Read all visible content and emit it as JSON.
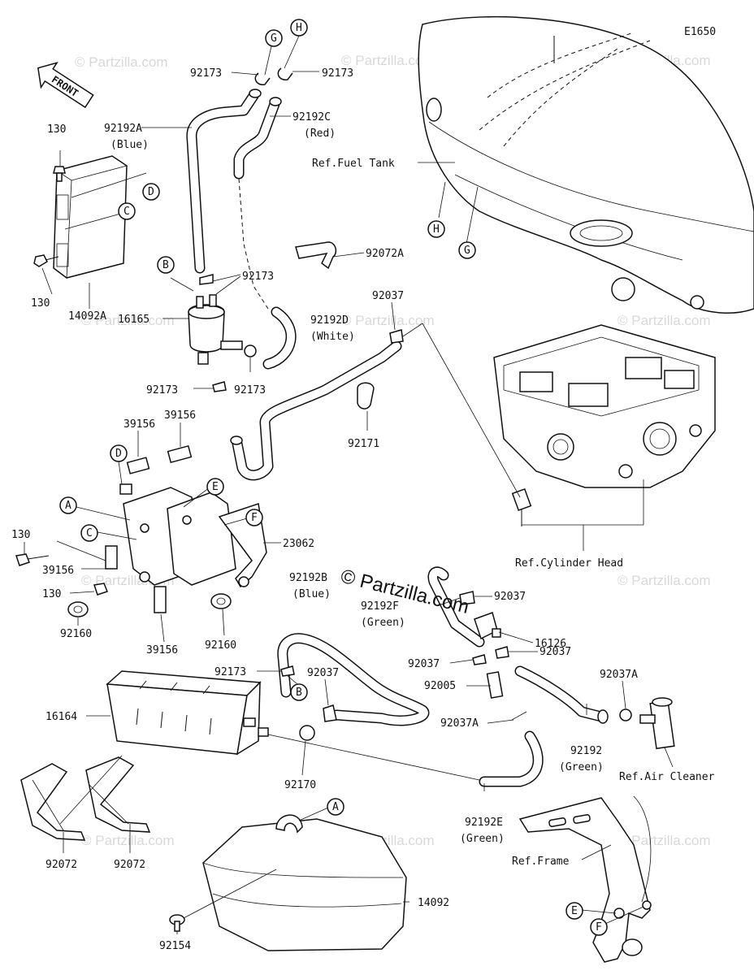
{
  "diagram_code": "E1650",
  "front_label": "FRONT",
  "copyright": "© Partzilla.com",
  "watermark": "© Partzilla.com",
  "callouts": {
    "A1": "A",
    "A2": "A",
    "B1": "B",
    "B2": "B",
    "C1": "C",
    "C2": "C",
    "D1": "D",
    "D2": "D",
    "E1": "E",
    "E2": "E",
    "F1": "F",
    "F2": "F",
    "G1": "G",
    "G2": "G",
    "H1": "H",
    "H2": "H"
  },
  "labels": {
    "p130_top": "130",
    "p130_mid": "130",
    "p130_left": "130",
    "p130_low": "130",
    "p14092A": "14092A",
    "p16165": "16165",
    "p92173_g": "92173",
    "p92173_h": "92173",
    "p92192A": "92192A",
    "p92192A_color": "(Blue)",
    "p92192C": "92192C",
    "p92192C_color": "(Red)",
    "p92173_b": "92173",
    "p92173_filter": "92173",
    "p92173_low": "92173",
    "p92072A": "92072A",
    "p92037_top": "92037",
    "p92192D": "92192D",
    "p92192D_color": "(White)",
    "p92171": "92171",
    "p39156_a": "39156",
    "p39156_b": "39156",
    "p39156_c": "39156",
    "p39156_d": "39156",
    "p23062": "23062",
    "p92160_a": "92160",
    "p92160_b": "92160",
    "p92192B": "92192B",
    "p92192B_color": "(Blue)",
    "p92173_canister": "92173",
    "p92037_canister": "92037",
    "p16164": "16164",
    "p92170": "92170",
    "p92037_valve": "92037",
    "p92192F": "92192F",
    "p92192F_color": "(Green)",
    "p16126": "16126",
    "p92037_v1": "92037",
    "p92037_v2": "92037",
    "p92005": "92005",
    "p92037A": "92037A",
    "p92037A_2": "92037A",
    "p92192": "92192",
    "p92192_color": "(Green)",
    "p92192E": "92192E",
    "p92192E_color": "(Green)",
    "p92072_a": "92072",
    "p92072_b": "92072",
    "p14092": "14092",
    "p92154": "92154",
    "ref_fuel_tank": "Ref.Fuel Tank",
    "ref_cylinder_head": "Ref.Cylinder Head",
    "ref_air_cleaner": "Ref.Air Cleaner",
    "ref_frame": "Ref.Frame"
  }
}
